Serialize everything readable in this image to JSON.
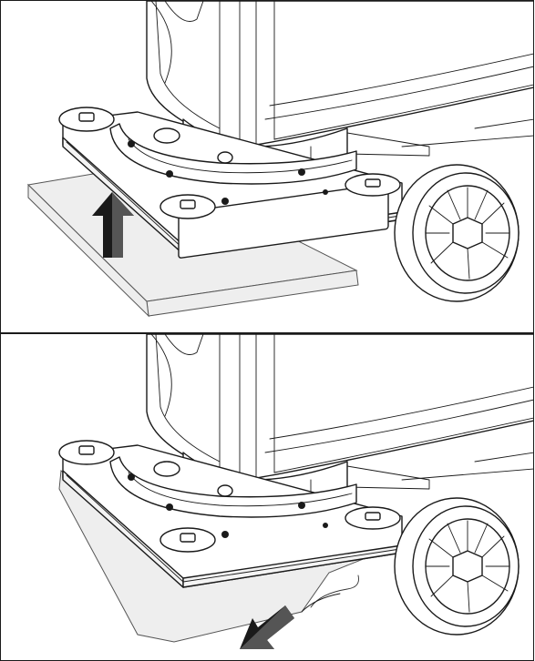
{
  "figure": {
    "panels": [
      {
        "id": "top",
        "step": "lift",
        "arrow_direction": "up",
        "pad_position": "under-machine-left"
      },
      {
        "id": "bottom",
        "step": "remove",
        "arrow_direction": "down-left",
        "pad_position": "under-deck-sliding-out"
      }
    ],
    "colors": {
      "line": "#1a1a1a",
      "background": "#ffffff",
      "pad": "#eeeeee",
      "arrow": "#1a1a1a"
    },
    "icons": [
      "arrow-up-icon",
      "arrow-down-left-icon",
      "wheel-icon",
      "knob-icon"
    ]
  }
}
